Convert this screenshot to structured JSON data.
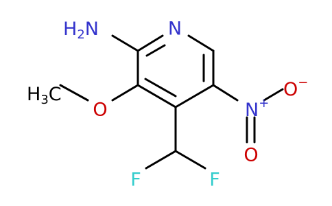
{
  "molecule": {
    "labels": {
      "amine": {
        "main": "H",
        "sub": "2",
        "tail": "N"
      },
      "ring_n": "N",
      "methoxy_c": {
        "main": "H",
        "sub": "3",
        "tail": "C"
      },
      "methoxy_o": "O",
      "nitro_n": {
        "main": "N",
        "sup": "+"
      },
      "nitro_o_minus": {
        "main": "O",
        "sup": "−"
      },
      "nitro_o": "O",
      "fluorine_left": "F",
      "fluorine_right": "F"
    },
    "colors": {
      "bond": "#000000",
      "nitrogen": "#3333cc",
      "oxygen": "#cc0000",
      "fluorine": "#33cccc",
      "carbon": "#000000"
    }
  }
}
